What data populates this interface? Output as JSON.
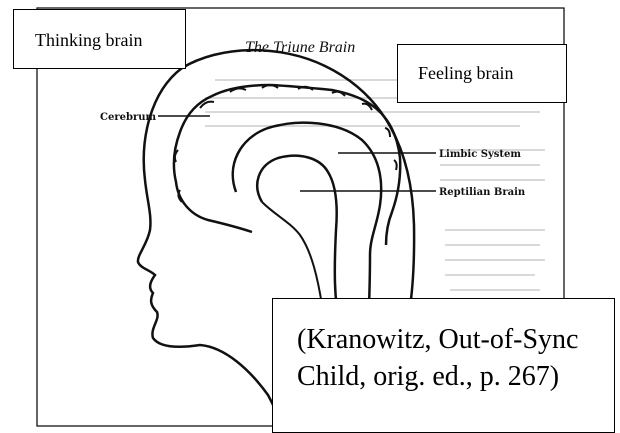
{
  "title": "The Triune Brain",
  "labels": {
    "cerebrum": "Cerebrum",
    "limbic": "Limbic System",
    "reptilian": "Reptilian Brain"
  },
  "boxes": {
    "thinking": "Thinking brain",
    "feeling": "Feeling brain",
    "citation": "(Kranowitz, Out-of-Sync Child, orig. ed., p. 267)"
  },
  "colors": {
    "ink": "#111111",
    "background": "#ffffff"
  }
}
